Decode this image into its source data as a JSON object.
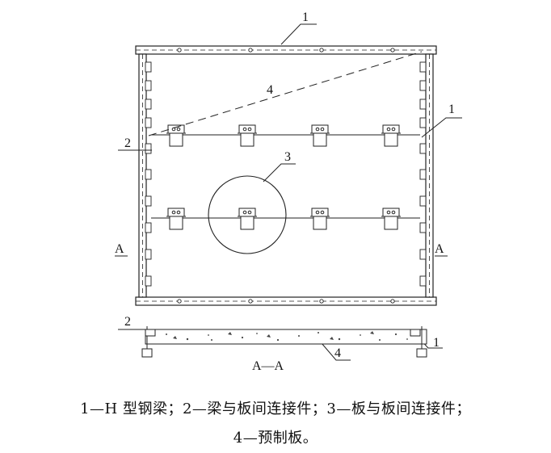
{
  "labels": {
    "one": "1",
    "two": "2",
    "three": "3",
    "four": "4",
    "section_a": "A",
    "section_aa": "A—A"
  },
  "caption": {
    "line1": "1—H 型钢梁；2—梁与板间连接件；3—板与板间连接件；",
    "line2": "4—预制板。"
  }
}
